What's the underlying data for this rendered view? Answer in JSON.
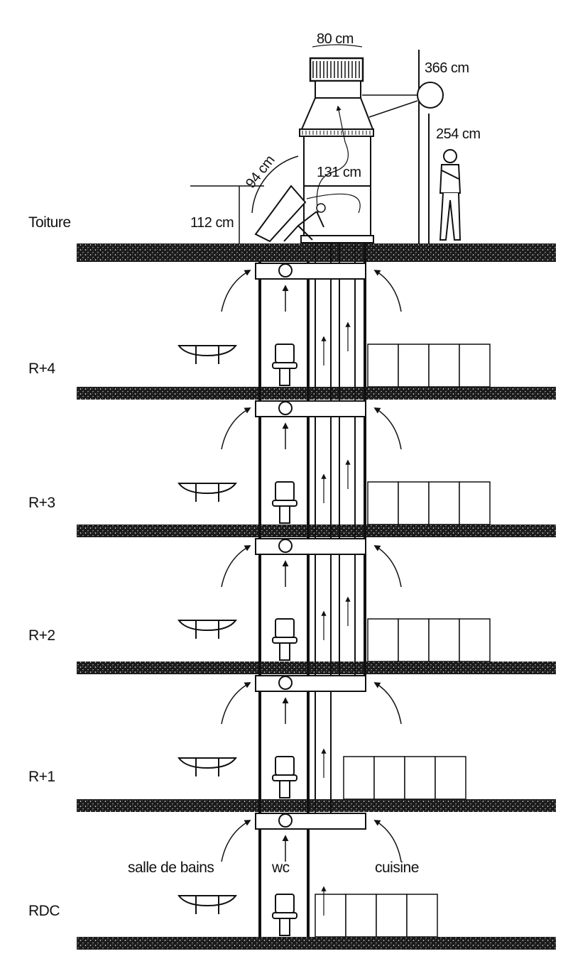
{
  "diagram": {
    "floors": [
      "Toiture",
      "R+4",
      "R+3",
      "R+2",
      "R+1",
      "RDC"
    ],
    "rooms": {
      "bathroom": "salle de bains",
      "wc": "wc",
      "kitchen": "cuisine"
    },
    "dimensions": {
      "extractor_width": "80 cm",
      "mast_height": "366 cm",
      "person_height": "254 cm",
      "inner_height": "131 cm",
      "hatch_radius": "94 cm",
      "parapet_height": "112 cm"
    },
    "colors": {
      "ink": "#111111",
      "slab": "#1b1b1b",
      "paper": "#ffffff"
    }
  }
}
